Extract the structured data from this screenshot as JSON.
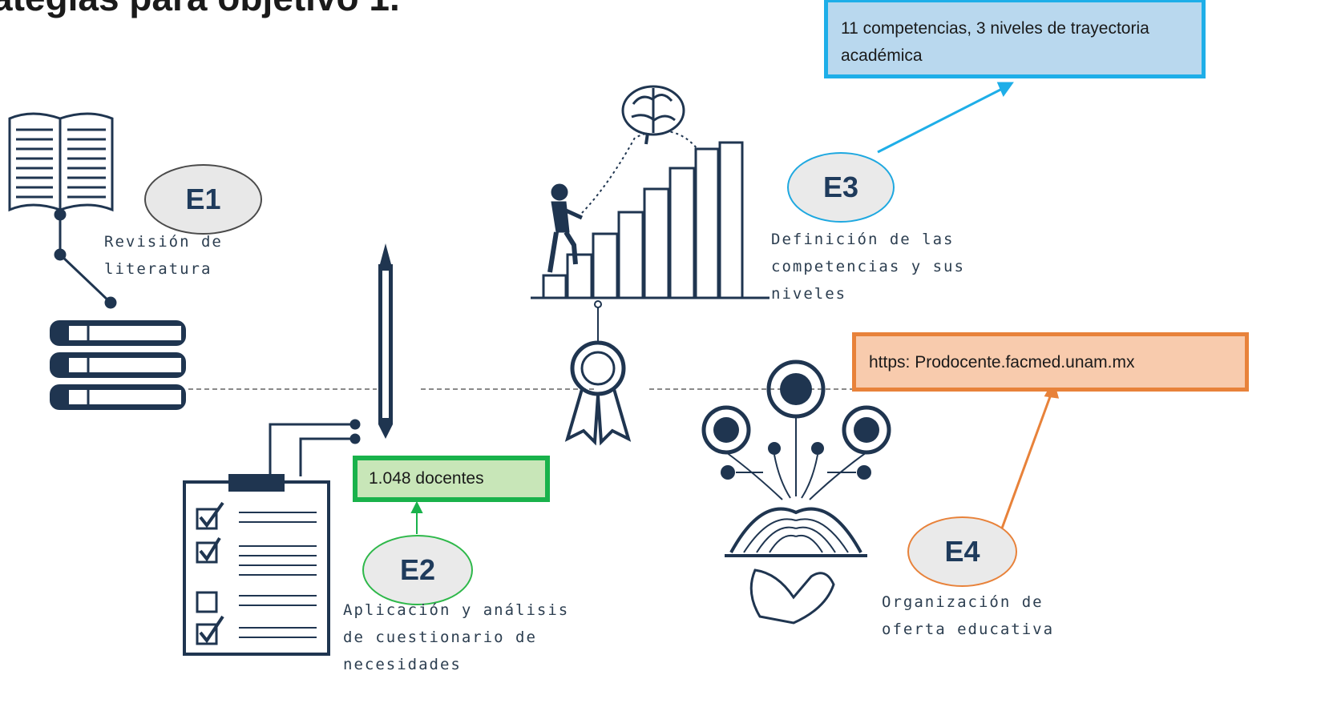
{
  "title": "ategias para objetivo 1.",
  "steps": [
    {
      "id": "E1",
      "label": "Revisión de\nliteratura",
      "border_color": "#4a4a4a",
      "fill_color": "#e8e8e8"
    },
    {
      "id": "E2",
      "label": "Aplicación y análisis\nde cuestionario de\nnecesidades",
      "border_color": "#2eb84a",
      "fill_color": "#eaeaea"
    },
    {
      "id": "E3",
      "label": "Definición de las\ncompetencias y sus\nniveles",
      "border_color": "#1ea8e0",
      "fill_color": "#eaeaea"
    },
    {
      "id": "E4",
      "label": "Organización de\noferta educativa",
      "border_color": "#e8823a",
      "fill_color": "#eaeaea"
    }
  ],
  "callouts": {
    "e2": {
      "text": "1.048 docentes",
      "border_color": "#19b24b",
      "fill_color": "#c8e6b8"
    },
    "e3": {
      "text": "11 competencias, 3 niveles de trayectoria académica",
      "border_color": "#1eaee8",
      "fill_color": "#b9d8ee"
    },
    "e4": {
      "text": "https: Prodocente.facmed.unam.mx",
      "border_color": "#e8823a",
      "fill_color": "#f8cbad"
    }
  },
  "colors": {
    "navy": "#1f3550",
    "line_gray": "#8a8a8a"
  },
  "icons": [
    "book-open-icon",
    "book-stack-icon",
    "pencil-icon",
    "clipboard-checklist-icon",
    "brain-icon",
    "stairs-climber-icon",
    "award-ribbon-icon",
    "open-book-hand-icon"
  ]
}
